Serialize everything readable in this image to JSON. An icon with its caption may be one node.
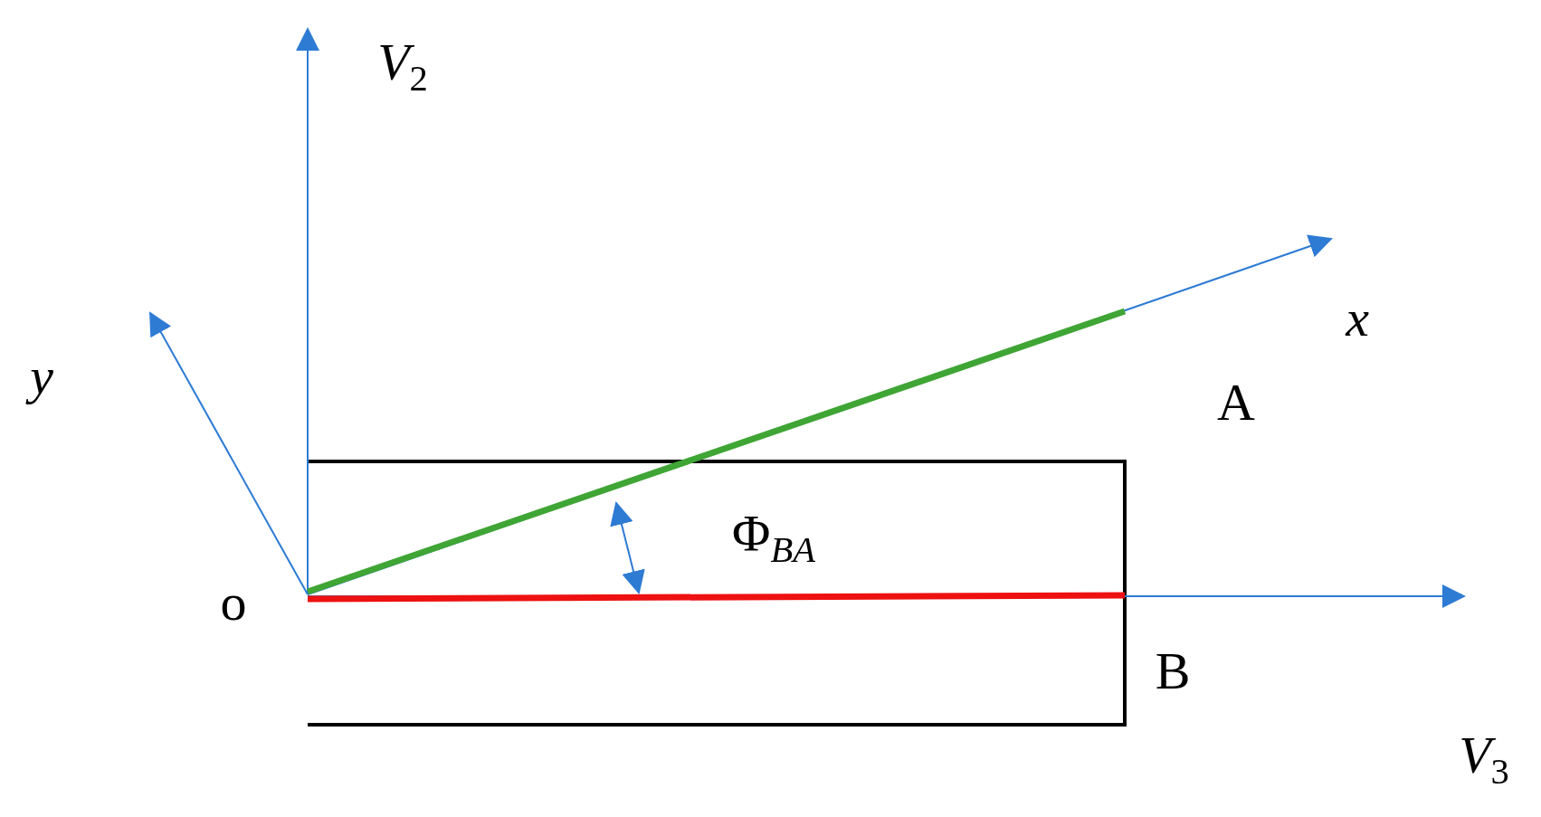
{
  "diagram": {
    "labels": [
      "V$_{2}$",
      "y",
      "x",
      "A",
      "Φ$_{BA}$",
      "o",
      "B",
      "V$_{3}$"
    ]
  }
}
